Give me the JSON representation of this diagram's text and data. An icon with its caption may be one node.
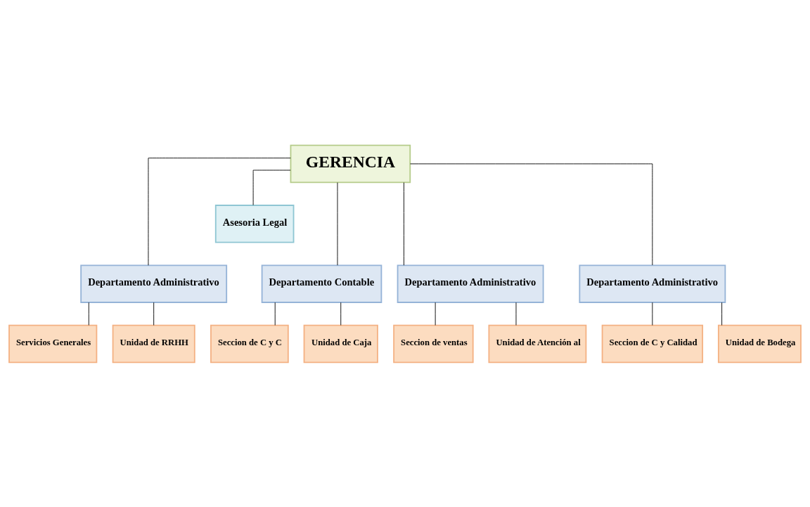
{
  "diagram": {
    "nodes": [
      {
        "text": [
          "GERENCIA"
        ]
      },
      {
        "text": [
          "Asesoria Legal"
        ]
      },
      {
        "text": [
          "Departamento Administrativo"
        ]
      },
      {
        "text": [
          "Departamento Contable"
        ]
      },
      {
        "text": [
          "Departamento Administrativo"
        ]
      },
      {
        "text": [
          "Departamento Administrativo"
        ]
      },
      {
        "text": [
          "Servicios Generales"
        ]
      },
      {
        "text": [
          "Unidad de RRHH"
        ]
      },
      {
        "text": [
          "Seccion de C y C"
        ]
      },
      {
        "text": [
          "Unidad de Caja"
        ]
      },
      {
        "text": [
          "Seccion de ventas"
        ]
      },
      {
        "text": [
          "Unidad de Atención al"
        ]
      },
      {
        "text": [
          "Seccion de C y Calidad"
        ]
      },
      {
        "text": [
          "Unidad de Bodega"
        ]
      }
    ],
    "edges": [
      {
        "from": 0,
        "to": 1,
        "arrow": "none"
      },
      {
        "from": 0,
        "to": 2,
        "arrow": "none"
      },
      {
        "from": 0,
        "to": 3,
        "arrow": "none"
      },
      {
        "from": 0,
        "to": 4,
        "arrow": "none"
      },
      {
        "from": 0,
        "to": 5,
        "arrow": "none"
      },
      {
        "from": 2,
        "to": 6,
        "arrow": "none"
      },
      {
        "from": 2,
        "to": 7,
        "arrow": "none"
      },
      {
        "from": 3,
        "to": 8,
        "arrow": "none"
      },
      {
        "from": 3,
        "to": 9,
        "arrow": "none"
      },
      {
        "from": 4,
        "to": 10,
        "arrow": "none"
      },
      {
        "from": 4,
        "to": 11,
        "arrow": "none"
      },
      {
        "from": 5,
        "to": 12,
        "arrow": "none"
      },
      {
        "from": 5,
        "to": 13,
        "arrow": "none"
      }
    ]
  }
}
